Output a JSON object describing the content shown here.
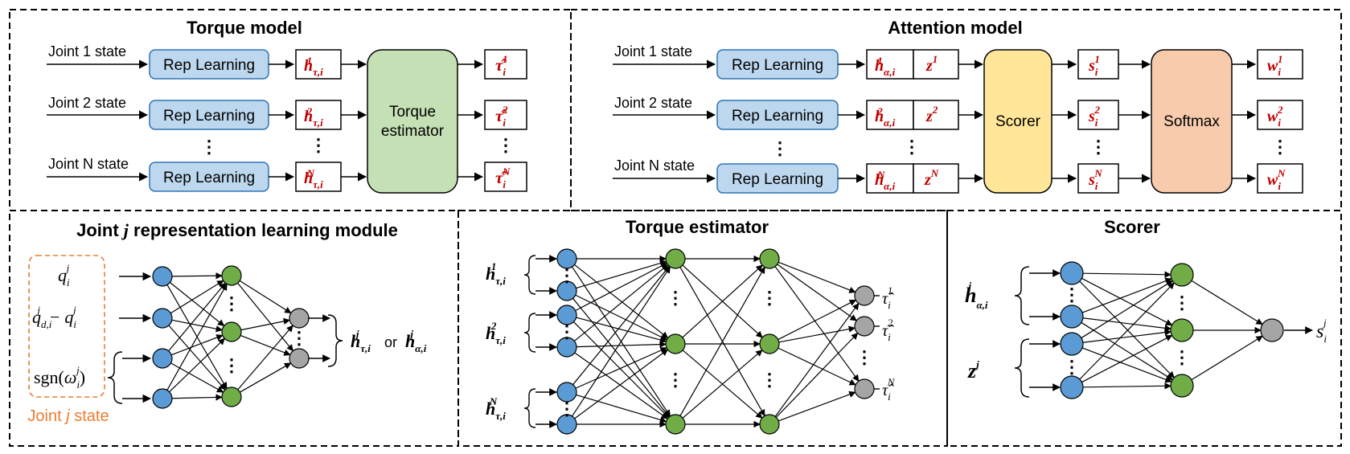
{
  "panels": {
    "torque_model": {
      "title": "Torque model",
      "inputs": [
        "Joint 1 state",
        "Joint 2 state",
        "Joint N state"
      ],
      "rep_label": "Rep Learning",
      "estimator_label": [
        "Torque",
        "estimator"
      ],
      "h_super": [
        "1",
        "2",
        "N"
      ],
      "h_sub": "τ,i",
      "out_super": [
        "1",
        "2",
        "N"
      ],
      "out_sub": "i"
    },
    "attention_model": {
      "title": "Attention model",
      "inputs": [
        "Joint 1 state",
        "Joint 2 state",
        "Joint N state"
      ],
      "rep_label": "Rep Learning",
      "scorer_label": "Scorer",
      "softmax_label": "Softmax",
      "h_super": [
        "1",
        "2",
        "N"
      ],
      "h_sub": "α,i",
      "z_super": [
        "1",
        "2",
        "N"
      ],
      "s_super": [
        "1",
        "2",
        "N"
      ],
      "w_super": [
        "1",
        "2",
        "N"
      ]
    },
    "rep_module": {
      "title_prefix": "Joint ",
      "title_var": "j",
      "title_suffix": " representation learning module",
      "state_label_prefix": "Joint ",
      "state_label_var": "j",
      "state_label_suffix": " state",
      "or_label": "or"
    },
    "torque_estimator": {
      "title": "Torque estimator"
    },
    "scorer": {
      "title": "Scorer"
    }
  },
  "colors": {
    "rep_fill": "#bdd7ee",
    "rep_stroke": "#2e75b6",
    "estimator_fill": "#c5e0b4",
    "scorer_fill": "#ffe699",
    "softmax_fill": "#f8cbad",
    "node_blue": "#5b9bd5",
    "node_green": "#70ad47",
    "node_gray": "#a5a5a5",
    "red_text": "#c00000",
    "orange": "#ed7d31"
  }
}
